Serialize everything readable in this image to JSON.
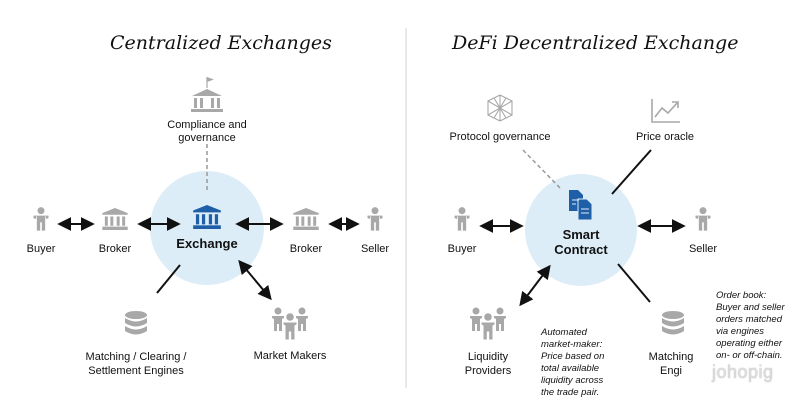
{
  "left": {
    "title": "Centralized Exchanges",
    "hub_label": "Exchange",
    "nodes": {
      "compliance": "Compliance and\ngovernance",
      "buyer": "Buyer",
      "broker_left": "Broker",
      "broker_right": "Broker",
      "seller": "Seller",
      "matching": "Matching / Clearing /\nSettlement Engines",
      "market_makers": "Market Makers"
    }
  },
  "right": {
    "title": "DeFi Decentralized Exchange",
    "hub_label": "Smart\nContract",
    "nodes": {
      "protocol_governance": "Protocol governance",
      "price_oracle": "Price oracle",
      "buyer": "Buyer",
      "seller": "Seller",
      "liquidity_providers": "Liquidity\nProviders",
      "matching": "Matching\nEngi"
    },
    "notes": {
      "amm": "Automated\nmarket-maker:\nPrice based on\ntotal available\nliquidity across\nthe trade pair.",
      "order_book": "Order book:\nBuyer and seller\norders matched\nvia engines\noperating either\non- or off-chain."
    }
  },
  "watermark": "johopig",
  "colors": {
    "hub_fill": "#dcedf8",
    "hub_icon": "#1f5fa8",
    "gray_icon": "#a8a8a8",
    "arrow": "#111111"
  },
  "icons": [
    "person-icon",
    "bank-icon",
    "database-icon",
    "group-icon",
    "flag-building-icon",
    "network-cube-icon",
    "trend-chart-icon",
    "document-icon"
  ]
}
